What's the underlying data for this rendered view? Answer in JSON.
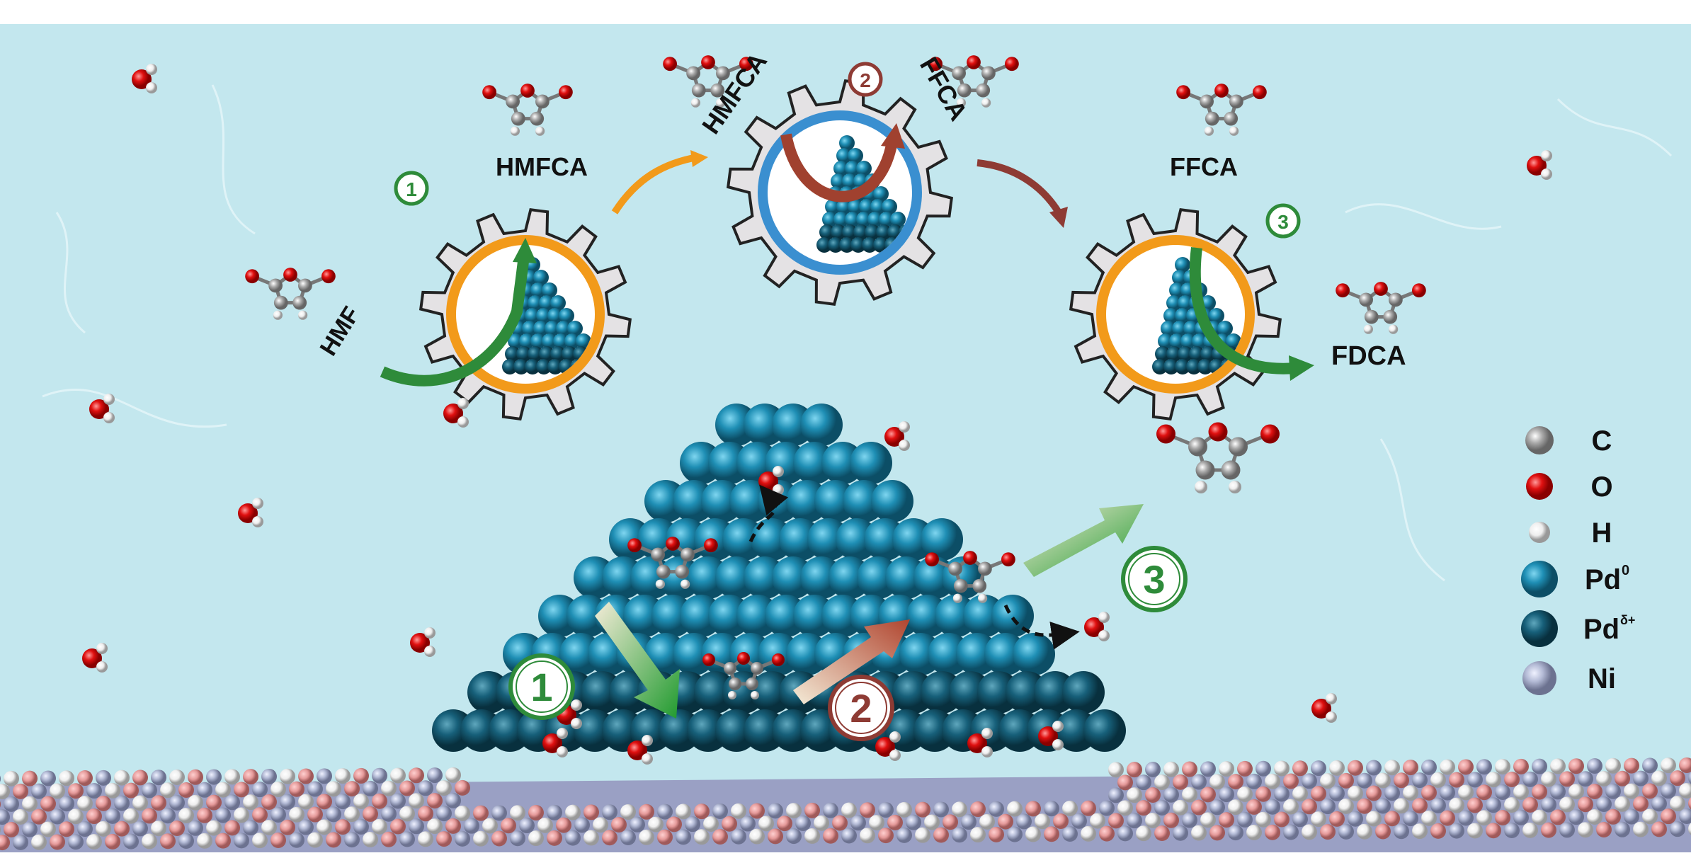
{
  "molecules": {
    "hmf": "HMF",
    "hmfca_1": "HMFCA",
    "hmfca_2": "HMFCA",
    "ffca_1": "FFCA",
    "ffca_2": "FFCA",
    "fdca": "FDCA"
  },
  "steps": {
    "small": [
      "1",
      "2",
      "3"
    ],
    "large": [
      "1",
      "2",
      "3"
    ]
  },
  "legend": [
    {
      "symbol": "C",
      "sup": "",
      "color": "#a8a8a8"
    },
    {
      "symbol": "O",
      "sup": "",
      "color": "#e01010"
    },
    {
      "symbol": "H",
      "sup": "",
      "color": "#f2f2f2"
    },
    {
      "symbol": "Pd",
      "sup": "0",
      "color": "#1f8fb5"
    },
    {
      "symbol": "Pd",
      "sup": "δ+",
      "color": "#17607a"
    },
    {
      "symbol": "Ni",
      "sup": "",
      "color": "#b4bbd6"
    }
  ],
  "colors": {
    "background": "#c3e7ee",
    "gear": "#e4e2e4",
    "ring_orange": "#f29a1a",
    "ring_blue": "#3a8fd0",
    "step_green": "#2e8b3a",
    "step_brown": "#8e3b34"
  }
}
